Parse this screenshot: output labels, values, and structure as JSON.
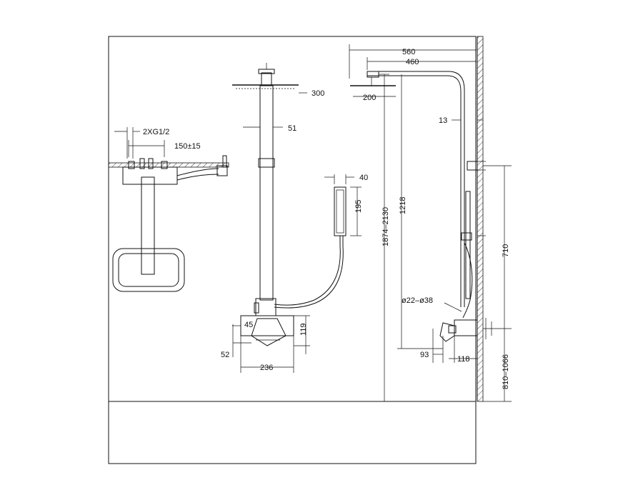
{
  "drawing": {
    "top_view": {
      "inlet_label": "2XG1/2",
      "spacing_label": "150±15"
    },
    "front_view": {
      "head_width": "300",
      "pipe_diameter": "51",
      "handshower_width": "40",
      "handshower_length": "195",
      "valve_height": "119",
      "valve_offset": "45",
      "valve_depth": "52",
      "valve_width": "236"
    },
    "side_view": {
      "total_projection": "560",
      "arm_projection": "460",
      "head_depth": "200",
      "wall_gap": "13",
      "riser_height": "1218",
      "overall_height": "1874–2130",
      "slide_range": "710",
      "valve_clearance": "93",
      "valve_projection": "118",
      "connection_height": "810–1066",
      "diameter_range": "ø22–ø38"
    }
  }
}
